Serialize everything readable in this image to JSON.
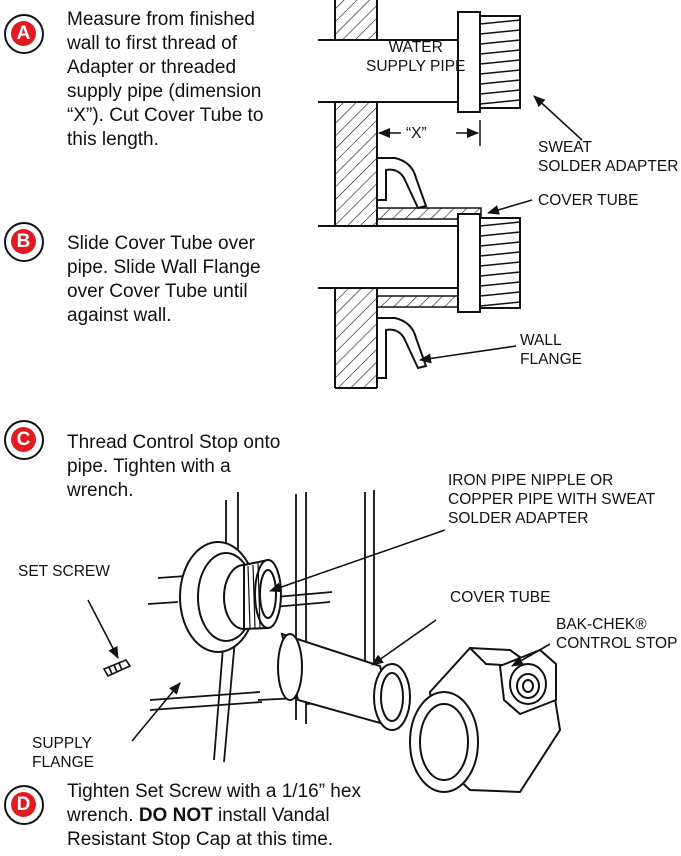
{
  "steps": [
    {
      "letter": "A",
      "text": [
        "Measure from finished",
        "wall to first thread of",
        "Adapter or threaded",
        "supply pipe (dimension",
        "“X”). Cut Cover Tube to",
        "this length."
      ]
    },
    {
      "letter": "B",
      "text": [
        "Slide Cover Tube over",
        "pipe. Slide Wall Flange",
        "over Cover Tube until",
        "against wall."
      ]
    },
    {
      "letter": "C",
      "text": [
        "Thread Control Stop onto",
        "pipe. Tighten with a",
        "wrench."
      ]
    },
    {
      "letter": "D",
      "line1": "Tighten Set Screw with a 1/16” hex",
      "line2_prefix": "wrench.",
      "line2_bold": "DO NOT",
      "line2_suffix": "install Vandal",
      "line3": "Resistant Stop Cap at this time."
    }
  ],
  "top_labels": {
    "water_supply_pipe": [
      "WATER",
      "SUPPLY PIPE"
    ],
    "dimension_x": "“X”",
    "sweat_solder_adapter": [
      "SWEAT",
      "SOLDER ADAPTER"
    ],
    "cover_tube": "COVER TUBE",
    "wall_flange": [
      "WALL",
      "FLANGE"
    ]
  },
  "bottom_labels": {
    "iron_pipe_nipple": [
      "IRON PIPE NIPPLE OR",
      "COPPER PIPE WITH SWEAT",
      "SOLDER ADAPTER"
    ],
    "set_screw": "SET SCREW",
    "cover_tube": "COVER TUBE",
    "bak_chek": [
      "BAK-CHEK®",
      "CONTROL STOP"
    ],
    "supply_flange": [
      "SUPPLY",
      "FLANGE"
    ]
  }
}
